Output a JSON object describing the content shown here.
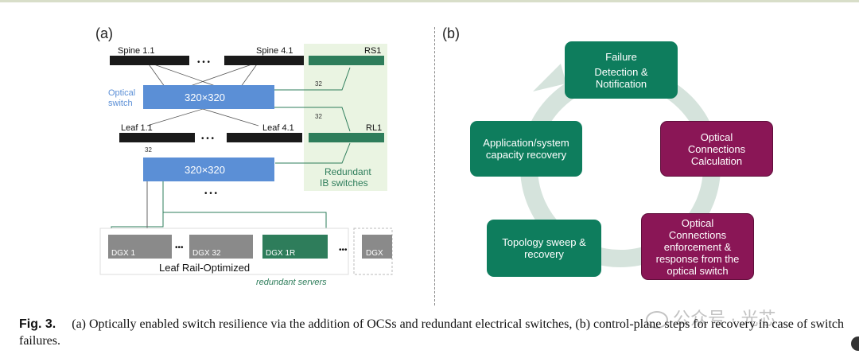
{
  "panel_a": {
    "label": "(a)",
    "spine_left": "Spine 1.1",
    "spine_right": "Spine 4.1",
    "ellipsis": "• • •",
    "rs_label": "RS1",
    "optical_switch_label_1": "Optical",
    "optical_switch_label_2": "switch",
    "ocs_top": "320×320",
    "ocs_bottom": "320×320",
    "link_count": "32",
    "leaf_left": "Leaf 1.1",
    "leaf_right": "Leaf 4.1",
    "rl_label": "RL1",
    "redundant_ib_1": "Redundant",
    "redundant_ib_2": "IB switches",
    "dgx_1": "DGX 1",
    "dgx_32": "DGX 32",
    "dgx_1r": "DGX 1R",
    "dgx_extra": "DGX",
    "dots": "•••",
    "leaf_rail": "Leaf Rail-Optimized",
    "redundant_servers": "redundant servers",
    "colors": {
      "switch_blue": "#5b8fd6",
      "green": "#2e7d5b",
      "light_green": "#eaf4e2"
    }
  },
  "panel_b": {
    "label": "(b)",
    "steps": [
      {
        "lines": [
          "Failure",
          "Detection &",
          "Notification"
        ],
        "color": "#0e7d5d"
      },
      {
        "lines": [
          "Optical",
          "Connections",
          "Calculation"
        ],
        "color": "#8a1656"
      },
      {
        "lines": [
          "Optical",
          "Connections",
          "enforcement &",
          "response from the",
          "optical switch"
        ],
        "color": "#8a1656"
      },
      {
        "lines": [
          "Topology sweep &",
          "recovery"
        ],
        "color": "#0e7d5d"
      },
      {
        "lines": [
          "Application/system",
          "capacity recovery"
        ],
        "color": "#0e7d5d"
      }
    ],
    "cycle_color": "#d5e3dc"
  },
  "caption": {
    "fig": "Fig. 3.",
    "text": "(a) Optically enabled switch resilience via the addition of OCSs and redundant electrical switches, (b) control-plane steps for recovery in case of switch failures."
  },
  "watermark": "公众号 · 光芯"
}
